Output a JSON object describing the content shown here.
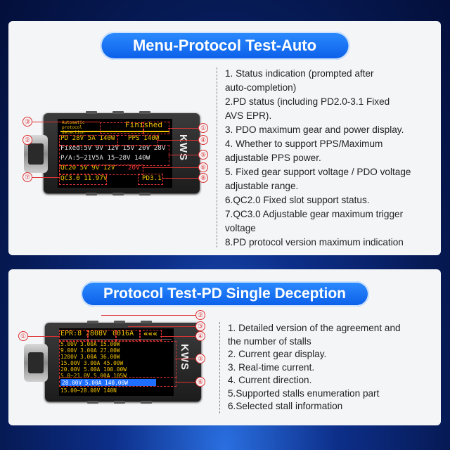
{
  "section1": {
    "title": "Menu-Protocol Test-Auto",
    "screen": {
      "header_small": "Automatic protocol detection",
      "finished": "Finished",
      "row_pd": "PD 28V 5A 140W",
      "row_pps": "PPS 140W",
      "row_fixed": "Fixed:5V 9V 12V 15V 20V 28V",
      "row_pa": "P/A:5~21V5A 15~28V 140W",
      "row_qc20_a": "QC20 5V 9V 12V",
      "row_qc20_b": "20V",
      "row_qc30": "QC3.0 11.97V",
      "row_pd31": "PD3.1"
    },
    "callouts": [
      "①",
      "②",
      "③",
      "④",
      "⑤",
      "⑥",
      "⑦",
      "⑧"
    ],
    "descriptions": [
      "1. Status indication (prompted after",
      "auto-completion)",
      "2.PD status (including PD2.0-3.1 Fixed",
      "AVS EPR).",
      "3. PDO maximum gear and power display.",
      "4. Whether to support PPS/Maximum",
      "adjustable PPS power.",
      "5. Fixed gear support voltage / PDO voltage",
      "adjustable range.",
      "6.QC2.0 Fixed slot support status.",
      "7.QC3.0 Adjustable gear maximum trigger",
      "voltage",
      "8.PD protocol version maximum indication"
    ]
  },
  "section2": {
    "title": "Protocol Test-PD Single Deception",
    "screen": {
      "epr": "EPR:8",
      "voltage": "2808V",
      "current": "0016A",
      "direction": "«««",
      "rows": [
        "5.00V 3.00A 15.00W",
        "9.00V 3.00A 27.00W",
        "1200V 3.00A 36.00W",
        "15.00V 3.00A 45.00W",
        "20.00V 5.00A 100.00W",
        "5.0~21.0V 5.00A 105W",
        "28.00V 5.00A 140.00W",
        "15.00~28.00V 140N"
      ]
    },
    "callouts": [
      "①",
      "②",
      "③",
      "④",
      "⑤",
      "⑥"
    ],
    "descriptions": [
      "1. Detailed version of the agreement and",
      "the number of stalls",
      "2. Current gear display.",
      "3. Real-time current.",
      "4. Current direction.",
      "5.Supported stalls enumeration part",
      "6.Selected stall information"
    ]
  },
  "brand": "KWS",
  "colors": {
    "accent": "#0a5ee8",
    "callout": "#dd3333",
    "screen_yellow": "#f5c400",
    "screen_green": "#66e04a"
  }
}
